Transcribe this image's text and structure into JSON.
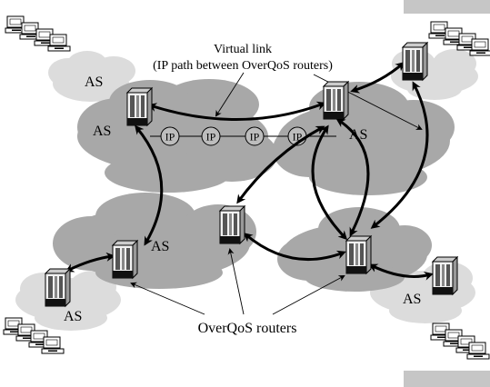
{
  "labels": {
    "virtual_link_line1": "Virtual link",
    "virtual_link_line2": "(IP path between OverQoS routers)",
    "overqos_routers": "OverQoS routers",
    "as": "AS",
    "ip": "IP"
  },
  "colors": {
    "cloud_dark": "#a8a8a8",
    "cloud_light": "#dcdcdc",
    "corner_box": "#c6c6c6",
    "arrow": "#000000"
  },
  "icons": [
    "server-tower-icon",
    "desktop-computer-icon"
  ]
}
